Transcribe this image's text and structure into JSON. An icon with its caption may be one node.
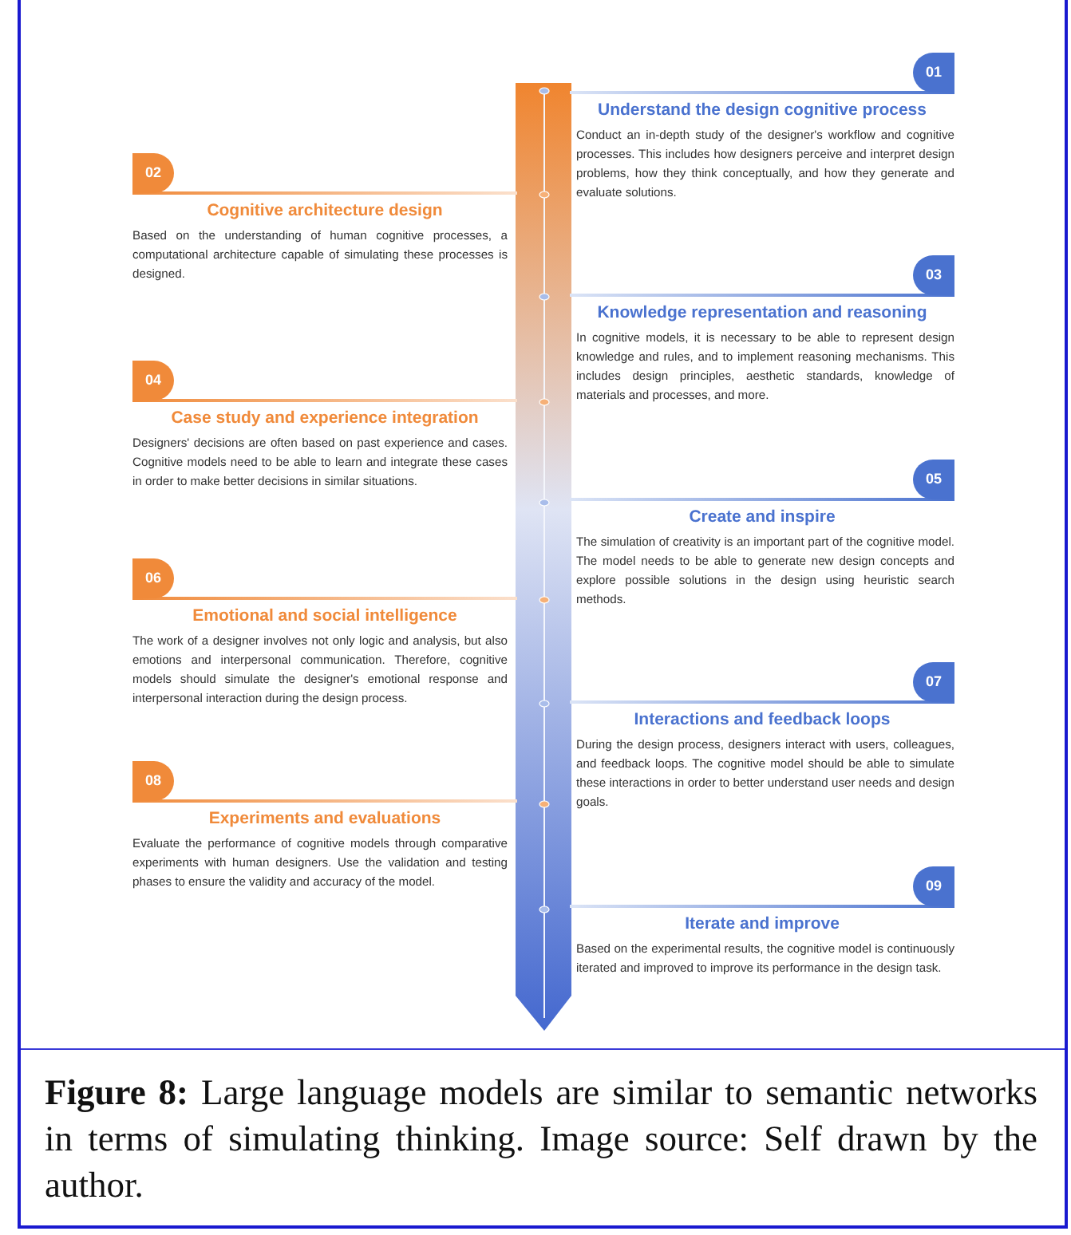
{
  "diagram": {
    "nodes": [
      {
        "text": [
          "01",
          "Understand the design cognitive process",
          "Conduct an in-depth study of the designer's workflow and cognitive processes. This includes how designers perceive and interpret design problems, how they think conceptually, and how they generate and evaluate solutions."
        ]
      },
      {
        "text": [
          "02",
          "Cognitive architecture design",
          "Based on the understanding of human cognitive processes, a computational architecture capable of simulating these processes is designed."
        ]
      },
      {
        "text": [
          "03",
          "Knowledge representation and reasoning",
          "In cognitive models, it is necessary to be able to represent design knowledge and rules, and to implement reasoning mechanisms. This includes design principles, aesthetic standards, knowledge of materials and processes, and more."
        ]
      },
      {
        "text": [
          "04",
          "Case study and experience integration",
          "Designers' decisions are often based on past experience and cases. Cognitive models need to be able to learn and integrate these cases in order to make better decisions in similar situations."
        ]
      },
      {
        "text": [
          "05",
          "Create and inspire",
          "The simulation of creativity is an important part of the cognitive model. The model needs to be able to generate new design concepts and explore possible solutions in the design using heuristic search methods."
        ]
      },
      {
        "text": [
          "06",
          "Emotional and social intelligence",
          "The work of a designer involves not only logic and analysis, but also emotions and interpersonal communication. Therefore, cognitive models should simulate the designer's emotional response and interpersonal interaction during the design process."
        ]
      },
      {
        "text": [
          "07",
          "Interactions and feedback loops",
          "During the design process, designers interact with users, colleagues, and feedback loops. The cognitive model should be able to simulate these interactions in order to better understand user needs and design goals."
        ]
      },
      {
        "text": [
          "08",
          "Experiments and evaluations",
          "Evaluate the performance of cognitive models through comparative experiments with human designers. Use the validation and testing phases to ensure the validity and accuracy of the model."
        ]
      },
      {
        "text": [
          "09",
          "Iterate and improve",
          "Based on the experimental results, the cognitive model is continuously iterated and improved to improve its performance in the design task."
        ]
      }
    ],
    "edges": [],
    "caption": "**Figure 8:** Large language models are similar to semantic networks in terms of simulating thinking. Image source: Self drawn by the author."
  }
}
